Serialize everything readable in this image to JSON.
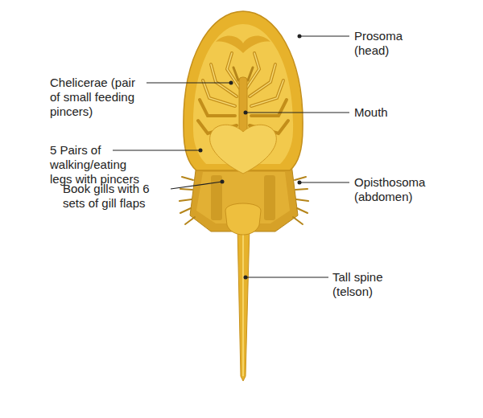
{
  "diagram": {
    "labels": [
      "Chelicerae (pair of small feeding pincers)",
      "Prosoma (head)",
      "Mouth",
      "5 Pairs of walking/eating legs with pincers",
      "Opisthosoma (abdomen)",
      "Book gills with 6 sets of gill flaps",
      "Tall spine (telson)"
    ]
  }
}
